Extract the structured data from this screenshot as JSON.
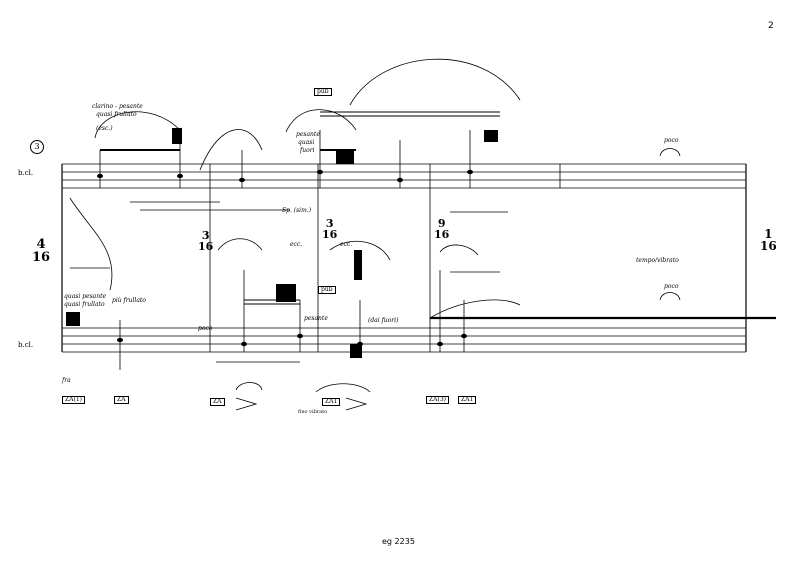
{
  "page_number": "2",
  "catalog": "eg 2235",
  "system_number": "3",
  "instruments": {
    "upper": "b.cl.",
    "lower": "b.cl."
  },
  "time_signatures": {
    "opening": {
      "num": "4",
      "den": "16"
    },
    "ts2": {
      "num": "3",
      "den": "16"
    },
    "ts3": {
      "num": "3",
      "den": "16"
    },
    "ts4": {
      "num": "9",
      "den": "16"
    },
    "closing": {
      "num": "1",
      "den": "16"
    }
  },
  "dynamics": {
    "poco_upper": "poco",
    "poco_lower": "poco"
  },
  "annotations": {
    "clarino_pesante": "clarino - pesante",
    "quasi_tremolo_upper": "quasi frullato",
    "esc": "(esc.)",
    "pesante_upper": "pesante",
    "quasi_upper": "quasi",
    "fuori": "fuori",
    "ecc": "ecc.",
    "ecc2": "ecc.",
    "quasi_pesante_lower": "quasi pesante",
    "quasi_frullato_lower": "quasi frullato",
    "piu_frullato": "più frullato",
    "pesante_lower": "pesante",
    "poco_lower_text": "poco",
    "dai_fuori": "(dai fuori)",
    "soffio": "Sp. (sim.)",
    "tremolo_vibrato": "tempo/vibrato",
    "no_vibrato": "fino vibrato",
    "fra": "fra"
  },
  "boxed_labels": {
    "pub_upper": "pub",
    "pub_lower": "pub",
    "za1": "ZA(1)",
    "za1b": "ZA",
    "za2": "ZA",
    "za3": "ZA1",
    "za4": "ZA(3)",
    "za5": "ZA1"
  }
}
